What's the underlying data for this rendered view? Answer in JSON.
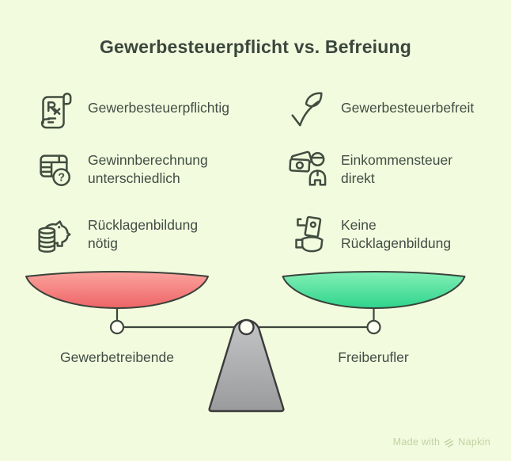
{
  "title": "Gewerbesteuerpflicht vs. Befreiung",
  "left_column": {
    "items": [
      {
        "icon": "rx-document-icon",
        "label": "Gewerbesteuerpflichtig"
      },
      {
        "icon": "table-question-icon",
        "label": "Gewinnberechnung\nunterschiedlich"
      },
      {
        "icon": "piggy-bank-savings-icon",
        "label": "Rücklagenbildung\nnötig"
      }
    ]
  },
  "right_column": {
    "items": [
      {
        "icon": "leaf-icon",
        "label": "Gewerbesteuerbefreit"
      },
      {
        "icon": "money-person-icon",
        "label": "Einkommensteuer\ndirekt"
      },
      {
        "icon": "money-hand-icon",
        "label": "Keine\nRücklagenbildung"
      }
    ]
  },
  "scale": {
    "left_pan_label": "Gewerbetreibende",
    "right_pan_label": "Freiberufler"
  },
  "footer": {
    "made_with": "Made with",
    "brand": "Napkin"
  },
  "colors": {
    "background": "#f3fbdf",
    "ink": "#414d3f",
    "title_ink": "#3b463d",
    "red_pan_top": "#fba49e",
    "red_pan_bottom": "#ee6466",
    "green_pan_top": "#83efb6",
    "green_pan_bottom": "#2fd48d",
    "pedestal_top": "#c3c4c5",
    "pedestal_bottom": "#9a9b9d",
    "credit_text": "#c2d2a2"
  }
}
